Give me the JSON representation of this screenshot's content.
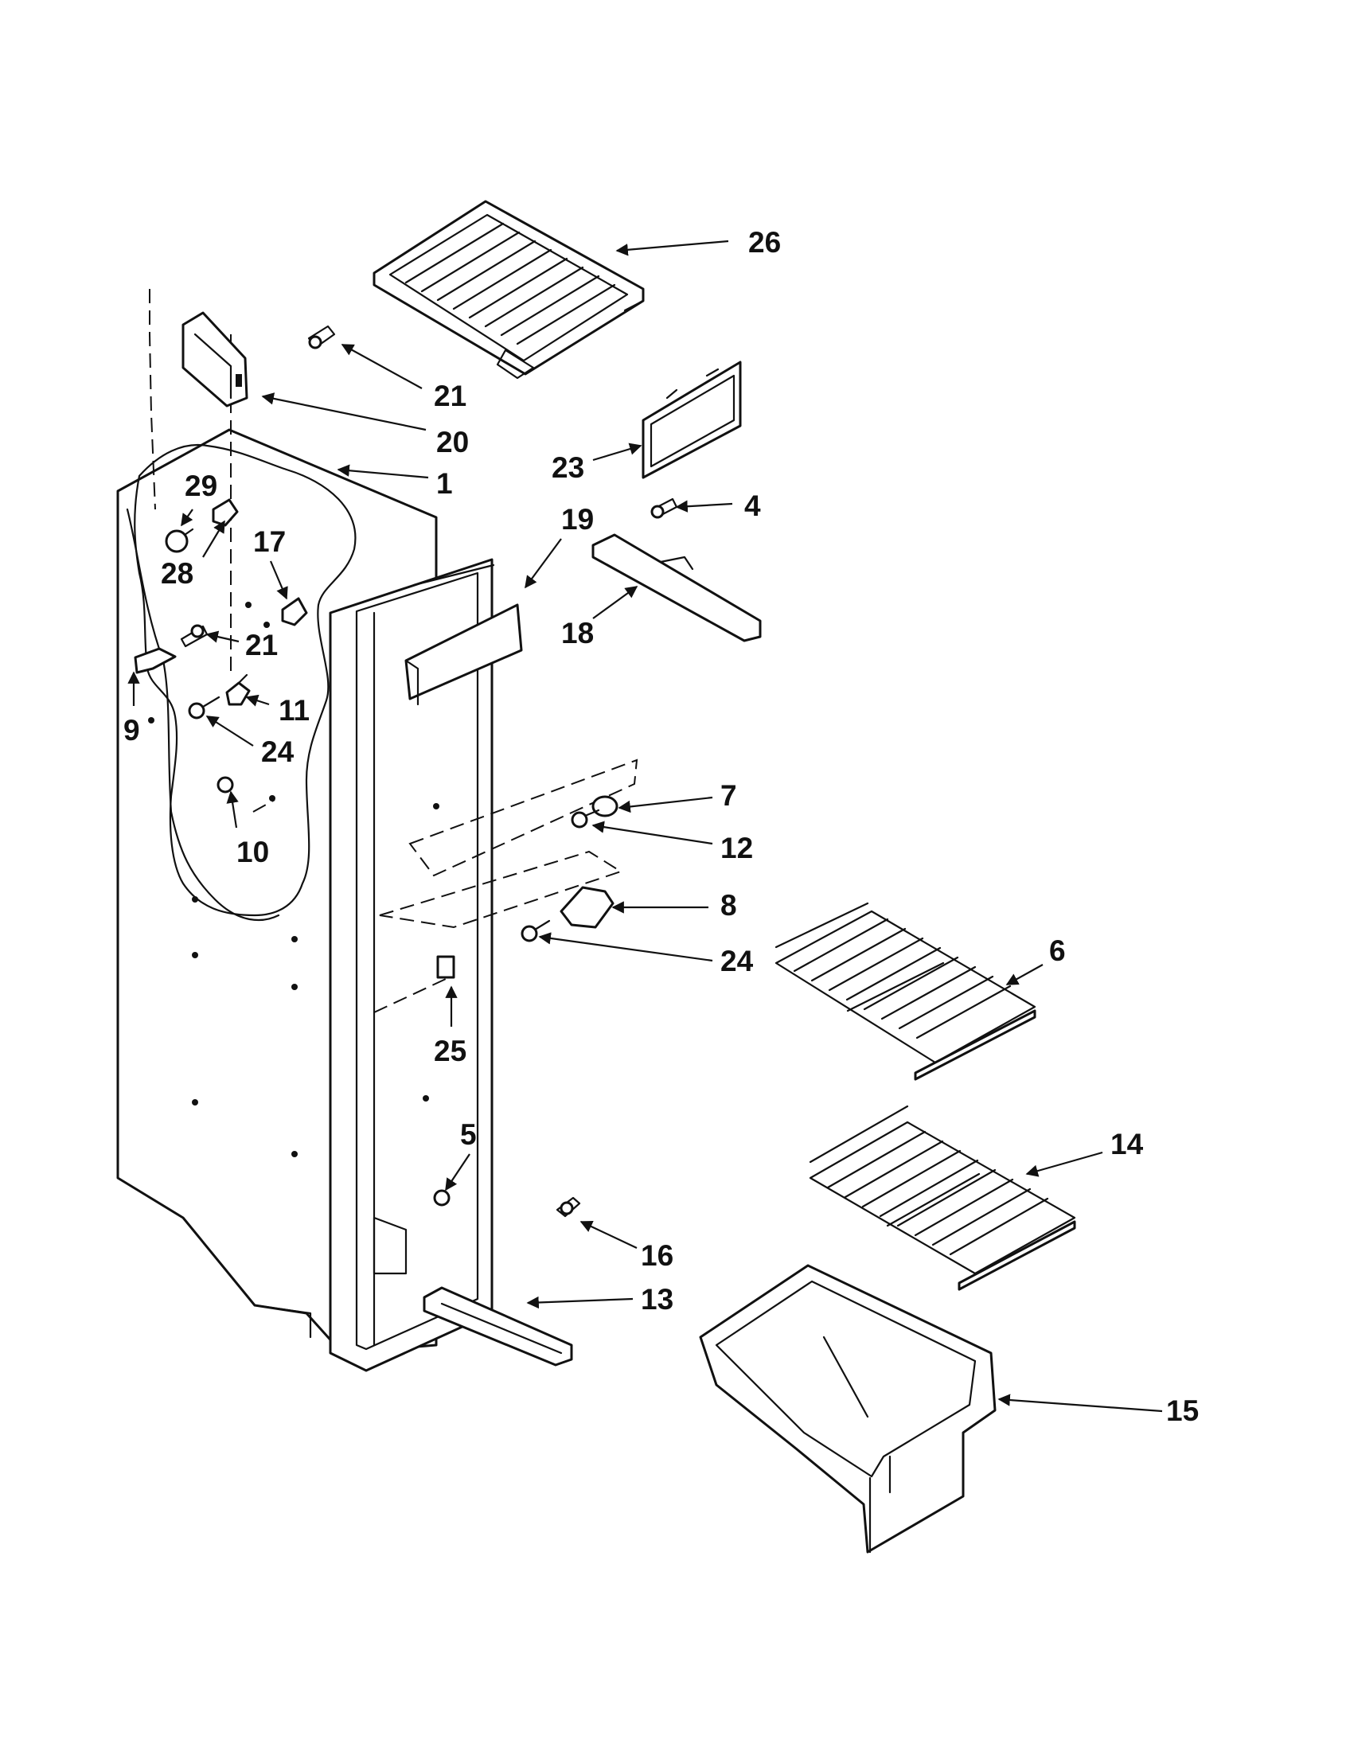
{
  "diagram": {
    "type": "exploded-parts-diagram",
    "callouts": [
      {
        "id": "c26",
        "label": "26"
      },
      {
        "id": "c21a",
        "label": "21"
      },
      {
        "id": "c20",
        "label": "20"
      },
      {
        "id": "c1",
        "label": "1"
      },
      {
        "id": "c23",
        "label": "23"
      },
      {
        "id": "c4",
        "label": "4"
      },
      {
        "id": "c19",
        "label": "19"
      },
      {
        "id": "c18",
        "label": "18"
      },
      {
        "id": "c29",
        "label": "29"
      },
      {
        "id": "c28",
        "label": "28"
      },
      {
        "id": "c17",
        "label": "17"
      },
      {
        "id": "c21b",
        "label": "21"
      },
      {
        "id": "c9",
        "label": "9"
      },
      {
        "id": "c11",
        "label": "11"
      },
      {
        "id": "c24a",
        "label": "24"
      },
      {
        "id": "c10",
        "label": "10"
      },
      {
        "id": "c7",
        "label": "7"
      },
      {
        "id": "c12",
        "label": "12"
      },
      {
        "id": "c8",
        "label": "8"
      },
      {
        "id": "c24b",
        "label": "24"
      },
      {
        "id": "c6",
        "label": "6"
      },
      {
        "id": "c25",
        "label": "25"
      },
      {
        "id": "c5",
        "label": "5"
      },
      {
        "id": "c14",
        "label": "14"
      },
      {
        "id": "c16",
        "label": "16"
      },
      {
        "id": "c13",
        "label": "13"
      },
      {
        "id": "c15",
        "label": "15"
      }
    ]
  }
}
